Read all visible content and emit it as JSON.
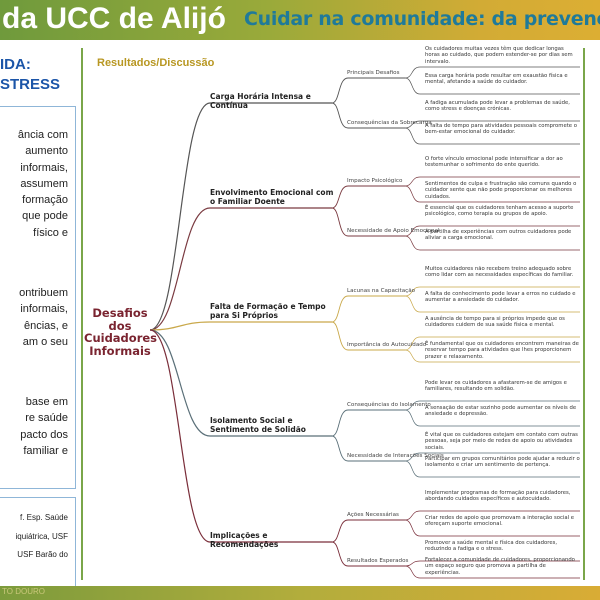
{
  "header": {
    "title": "da UCC de Alijó",
    "subtitle": "Cuidar na comunidade: da prevenç"
  },
  "left": {
    "heading1": "IDA:",
    "heading2": "STRESS",
    "para1": [
      "ância com",
      "aumento",
      "informais,",
      "assumem",
      "formação",
      "que pode",
      "físico e"
    ],
    "para2": [
      "ontribuem",
      "informais,",
      "ências, e",
      "am o seu"
    ],
    "para3": [
      "base em",
      "re saúde",
      "pacto dos",
      "familiar e"
    ],
    "authors": [
      "f. Esp. Saúde",
      "iquiátrica, USF",
      "USF Barão do"
    ]
  },
  "footer": {
    "text": "TO DOURO"
  },
  "section_title": "Resultados/Discussão",
  "mindmap": {
    "root": "Desafios dos Cuidadores Informais",
    "branches": [
      {
        "label": "Carga Horária Intensa e Contínua",
        "subs": [
          {
            "label": "Principais Desafios",
            "leaves": [
              "Os cuidadores muitas vezes têm que dedicar longas horas ao cuidado, que podem estender-se por dias sem intervalo.",
              "Essa carga horária pode resultar em exaustão física e mental, afetando a saúde do cuidador."
            ]
          },
          {
            "label": "Consequências da Sobrecarga",
            "leaves": [
              "A fadiga acumulada pode levar a problemas de saúde, como stress e doenças crónicas.",
              "A falta de tempo para atividades pessoais compromete o bem-estar emocional do cuidador."
            ]
          }
        ]
      },
      {
        "label": "Envolvimento Emocional com o Familiar Doente",
        "subs": [
          {
            "label": "Impacto Psicológico",
            "leaves": [
              "O forte vínculo emocional pode intensificar a dor ao testemunhar o sofrimento do ente querido.",
              "Sentimentos de culpa e frustração são comuns quando o cuidador sente que não pode proporcionar os melhores cuidados."
            ]
          },
          {
            "label": "Necessidade de Apoio Emocional",
            "leaves": [
              "É essencial que os cuidadores tenham acesso a suporte psicológico, como terapia ou grupos de apoio.",
              "A partilha de experiências com outros cuidadores pode aliviar a carga emocional."
            ]
          }
        ]
      },
      {
        "label": "Falta de Formação e Tempo para Si Próprios",
        "subs": [
          {
            "label": "Lacunas na Capacitação",
            "leaves": [
              "Muitos cuidadores não recebem treino adequado sobre como lidar com as necessidades específicas do familiar.",
              "A falta de conhecimento pode levar a erros no cuidado e aumentar a ansiedade do cuidador."
            ]
          },
          {
            "label": "Importância do Autocuidado",
            "leaves": [
              "A ausência de tempo para si próprios impede que os cuidadores cuidem de sua saúde física e mental.",
              "É fundamental que os cuidadores encontrem maneiras de reservar tempo para atividades que lhes proporcionem prazer e relaxamento."
            ]
          }
        ]
      },
      {
        "label": "Isolamento Social e Sentimento de Solidão",
        "subs": [
          {
            "label": "Consequências do Isolamento",
            "leaves": [
              "Pode levar os cuidadores a afastarem-se de amigos e familiares, resultando em solidão.",
              "A sensação de estar sozinho pode aumentar os níveis de ansiedade e depressão."
            ]
          },
          {
            "label": "Necessidade de Interações Sociais",
            "leaves": [
              "É vital que os cuidadores estejam em contato com outras pessoas, seja por meio de redes de apoio ou atividades sociais.",
              "Participar em grupos comunitários pode ajudar a reduzir o isolamento e criar um sentimento de pertença."
            ]
          }
        ]
      },
      {
        "label": "Implicações e Recomendações",
        "subs": [
          {
            "label": "Ações Necessárias",
            "leaves": [
              "Implementar programas de formação para cuidadores, abordando cuidados específicos e autocuidado.",
              "Criar redes de apoio que promovam a interação social e ofereçam suporte emocional."
            ]
          },
          {
            "label": "Resultados Esperados",
            "leaves": [
              "Promover a saúde mental e física dos cuidadores, reduzindo a fadiga e o stress.",
              "Fortalecer a comunidade de cuidadores, proporcionando um espaço seguro que promova a partilha de experiências."
            ]
          }
        ]
      }
    ]
  },
  "colors": {
    "branch": [
      "#555555",
      "#7a3a40",
      "#c9a84a",
      "#5a6f78",
      "#7a2e3a"
    ]
  }
}
